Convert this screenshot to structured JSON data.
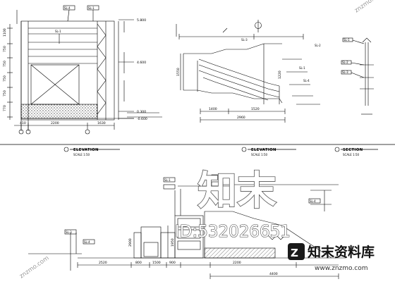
{
  "elevation_1": {
    "heights": [
      "1100",
      "750",
      "750",
      "750",
      "750",
      "770"
    ],
    "widths": [
      "410",
      "2200",
      "1630"
    ],
    "levels": [
      "5.800",
      "4.600",
      "0.300",
      "-0.600"
    ],
    "callouts": [
      "SL-4",
      "SL-1",
      "SL-1"
    ]
  },
  "elevation_2": {
    "widths": [
      "1400",
      "1520",
      "2960"
    ],
    "heights": [
      "1550",
      "1220"
    ],
    "callouts": [
      "SL-3",
      "SL-1",
      "SL-4",
      "SL-2"
    ]
  },
  "section_1": {
    "callouts": [
      "SL-1",
      "SL-2",
      "SL-3"
    ]
  },
  "titles": {
    "left": "ELEVATION",
    "middle": "ELEVATION",
    "right": "SECTION",
    "scale": "SCALE 1:50"
  },
  "lower_drawing": {
    "widths": [
      "2520",
      "800",
      "1500",
      "900",
      "2200",
      "4400"
    ],
    "heights": [
      "2900",
      "1950"
    ],
    "callouts": [
      "SL-3",
      "SL-4",
      "SL-1",
      "SL-1",
      "SL-4"
    ]
  },
  "watermark": {
    "big": "知末",
    "id": "ID:532026651",
    "brand": "知末资料库",
    "url": "www.znzmo.com",
    "site": "znzmo.com"
  }
}
